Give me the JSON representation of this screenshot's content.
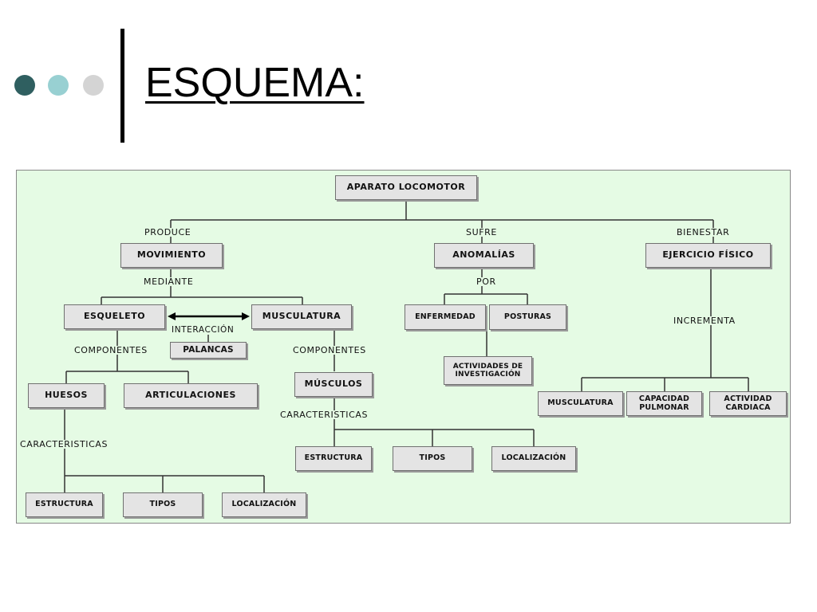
{
  "slide": {
    "title": "ESQUEMA:",
    "bullet_colors": [
      "#2f5f60",
      "#98d0d2",
      "#d4d4d4"
    ]
  },
  "diagram": {
    "background": "#e5fbe4",
    "nodes": {
      "aparato_locomotor": "APARATO LOCOMOTOR",
      "movimiento": "MOVIMIENTO",
      "anomalias": "ANOMALÍAS",
      "ejercicio_fisico": "EJERCICIO FÍSICO",
      "esqueleto": "ESQUELETO",
      "musculatura": "MUSCULATURA",
      "palancas": "PALANCAS",
      "enfermedad": "ENFERMEDAD",
      "posturas": "POSTURAS",
      "actividades_investigacion": "ACTIVIDADES DE\nINVESTIGACIÓN",
      "huesos": "HUESOS",
      "articulaciones": "ARTICULACIONES",
      "musculos": "MÚSCULOS",
      "musculatura_ef": "MUSCULATURA",
      "capacidad_pulmonar": "CAPACIDAD\nPULMONAR",
      "actividad_cardiaca": "ACTIVIDAD\nCARDIACA",
      "estructura_musculos": "ESTRUCTURA",
      "tipos_musculos": "TIPOS",
      "localizacion_musculos": "LOCALIZACIÓN",
      "estructura_huesos": "ESTRUCTURA",
      "tipos_huesos": "TIPOS",
      "localizacion_huesos": "LOCALIZACIÓN"
    },
    "labels": {
      "produce": "PRODUCE",
      "sufre": "SUFRE",
      "bienestar": "BIENESTAR",
      "mediante": "MEDIANTE",
      "por": "POR",
      "interaccion": "INTERACCIÓN",
      "componentes_esqueleto": "COMPONENTES",
      "componentes_musculatura": "COMPONENTES",
      "incrementa": "INCREMENTA",
      "caracteristicas_musculos": "CARACTERISTICAS",
      "caracteristicas_huesos": "CARACTERISTICAS"
    }
  }
}
